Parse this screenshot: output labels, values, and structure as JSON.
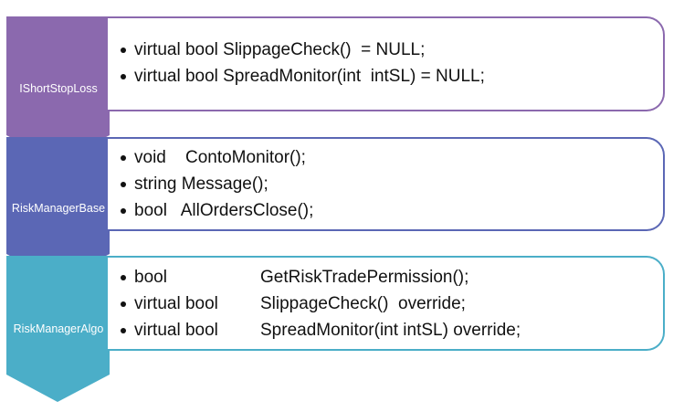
{
  "colors": {
    "purple": "#8B69AE",
    "blue": "#5B67B5",
    "teal": "#4BAEC8"
  },
  "blocks": [
    {
      "label": "IShortStopLoss",
      "color": "#8B69AE",
      "items": [
        "virtual bool SlippageCheck()  = NULL;",
        "virtual bool SpreadMonitor(int  intSL) = NULL;"
      ]
    },
    {
      "label": "RiskManagerBase",
      "color": "#5B67B5",
      "items": [
        "void    ContoMonitor();",
        "string Message();",
        "bool   AllOrdersClose();"
      ]
    },
    {
      "label": "RiskManagerAlgo",
      "color": "#4BAEC8",
      "items": [
        {
          "type": "bool",
          "name": "GetRiskTradePermission();"
        },
        {
          "type": "virtual bool",
          "name": "SlippageCheck()  override;"
        },
        {
          "type": "virtual bool",
          "name": "SpreadMonitor(int intSL) override;"
        }
      ]
    }
  ]
}
